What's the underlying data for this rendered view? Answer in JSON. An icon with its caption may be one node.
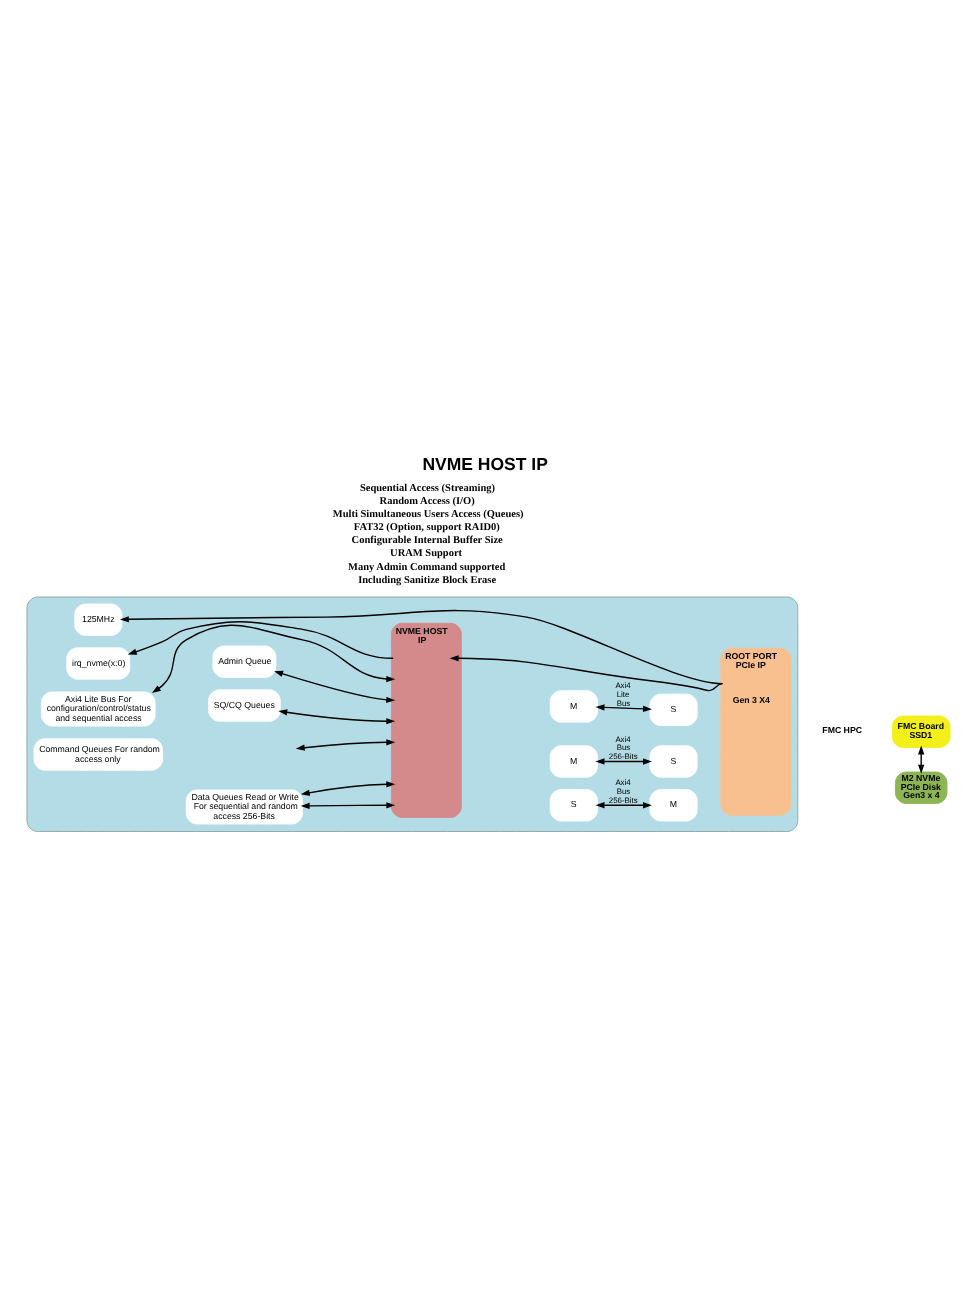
{
  "diagram": {
    "title": "NVME HOST IP",
    "nodes": [
      {
        "text": [],
        "shape": "box"
      },
      {
        "text": [
          "NVME HOST IP"
        ],
        "in": 0
      },
      {
        "text": [
          "ROOT PORT PCIe IP",
          "Gen 3 X4"
        ],
        "in": 0
      },
      {
        "text": [
          "125MHz"
        ],
        "in": 0
      },
      {
        "text": [
          "irq_nvme(x:0)"
        ],
        "in": 0
      },
      {
        "text": [
          "Axi4 Lite Bus For configuration/control/status and sequential access"
        ],
        "in": 0
      },
      {
        "text": [
          "Command Queues For random access only"
        ],
        "in": 0
      },
      {
        "text": [
          "Admin Queue"
        ],
        "in": 0
      },
      {
        "text": [
          "SQ/CQ Queues"
        ],
        "in": 0
      },
      {
        "text": [
          "Data Queues Read or Write For sequential and random access 256-Bits"
        ],
        "in": 0
      },
      {
        "text": [
          "M"
        ],
        "in": 0
      },
      {
        "text": [
          "S"
        ],
        "in": 0
      },
      {
        "text": [
          "M"
        ],
        "in": 0
      },
      {
        "text": [
          "S"
        ],
        "in": 0
      },
      {
        "text": [
          "S"
        ],
        "in": 0
      },
      {
        "text": [
          "M"
        ],
        "in": 0
      },
      {
        "text": [
          "FMC HPC"
        ]
      },
      {
        "text": [
          "FMC Board SSD1"
        ]
      },
      {
        "text": [
          "M2 NVMe PCIe Disk Gen3 x 4"
        ]
      }
    ],
    "edges": [
      {
        "from": 2,
        "to": 3,
        "arrow": "to"
      },
      {
        "from": 2,
        "to": 1,
        "arrow": "to"
      },
      {
        "from": 1,
        "to": 4,
        "arrow": "to"
      },
      {
        "from": 5,
        "to": 1,
        "arrow": "both"
      },
      {
        "from": 7,
        "to": 1,
        "arrow": "both"
      },
      {
        "from": 8,
        "to": 1,
        "arrow": "both"
      },
      {
        "from": null,
        "to": 1,
        "arrow": "both"
      },
      {
        "from": 9,
        "to": 1,
        "arrow": "both"
      },
      {
        "from": 9,
        "to": 1,
        "arrow": "both"
      },
      {
        "from": 10,
        "to": 11,
        "arrow": "both",
        "label": "Axi4 Lite Bus"
      },
      {
        "from": 12,
        "to": 13,
        "arrow": "both",
        "label": "Axi4 Bus 256-Bits"
      },
      {
        "from": 14,
        "to": 15,
        "arrow": "both",
        "label": "Axi4 Bus 256-Bits"
      },
      {
        "from": 17,
        "to": 18,
        "arrow": "both"
      }
    ],
    "labels": [
      "Sequential Access (Streaming)",
      "Random Access (I/O)",
      "Multi Simultaneous Users Access (Queues)",
      "FAT32 (Option, support RAID0)",
      "Configurable Internal Buffer Size",
      "URAM Support",
      "Many Admin Command supported",
      "Including Sanitize Block Erase"
    ]
  }
}
